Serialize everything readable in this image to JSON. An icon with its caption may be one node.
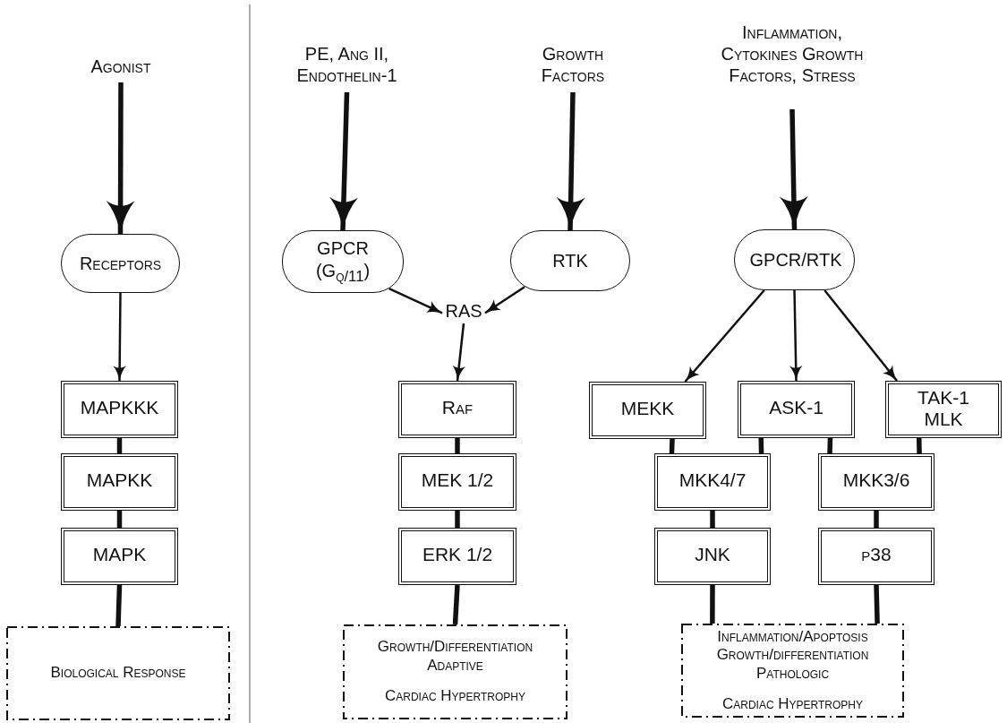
{
  "diagram": {
    "nodes": [
      {
        "text": [
          "Agonist"
        ]
      },
      {
        "text": [
          "Receptors"
        ]
      },
      {
        "text": [
          "MAPKKK"
        ]
      },
      {
        "text": [
          "MAPKK"
        ]
      },
      {
        "text": [
          "MAPK"
        ]
      },
      {
        "text": [
          "Biological Response"
        ]
      },
      {
        "text": [
          "PE, Ang II, Endothelin-1"
        ]
      },
      {
        "text": [
          "Growth Factors"
        ]
      },
      {
        "text": [
          "Inflammation, Cytokines Growth Factors, Stress"
        ]
      },
      {
        "text": [
          "GPCR (G$_{q/11}$)"
        ]
      },
      {
        "text": [
          "RTK"
        ]
      },
      {
        "text": [
          "GPCR/RTK"
        ]
      },
      {
        "text": [
          "RAS"
        ]
      },
      {
        "text": [
          "Raf"
        ]
      },
      {
        "text": [
          "MEK 1/2"
        ]
      },
      {
        "text": [
          "ERK 1/2"
        ]
      },
      {
        "text": [
          "Growth/Differentiation Adaptive",
          "Cardiac Hypertrophy"
        ]
      },
      {
        "text": [
          "MEKK"
        ]
      },
      {
        "text": [
          "ASK-1"
        ]
      },
      {
        "text": [
          "TAK-1 MLK"
        ]
      },
      {
        "text": [
          "MKK4/7"
        ]
      },
      {
        "text": [
          "MKK3/6"
        ]
      },
      {
        "text": [
          "JNK"
        ]
      },
      {
        "text": [
          "p38"
        ]
      },
      {
        "text": [
          "Inflammation/Apoptosis Growth/differentiation Pathologic",
          "Cardiac Hypertrophy"
        ]
      }
    ],
    "edges": [
      {
        "from": 0,
        "to": 1,
        "arrow": "to"
      },
      {
        "from": 1,
        "to": 2,
        "arrow": "to"
      },
      {
        "from": 2,
        "to": 3,
        "arrow": "none"
      },
      {
        "from": 3,
        "to": 4,
        "arrow": "none"
      },
      {
        "from": 4,
        "to": 5,
        "arrow": "none"
      },
      {
        "from": 6,
        "to": 9,
        "arrow": "to"
      },
      {
        "from": 7,
        "to": 10,
        "arrow": "to"
      },
      {
        "from": 8,
        "to": 11,
        "arrow": "to"
      },
      {
        "from": 9,
        "to": 12,
        "arrow": "to"
      },
      {
        "from": 10,
        "to": 12,
        "arrow": "to"
      },
      {
        "from": 12,
        "to": 13,
        "arrow": "to"
      },
      {
        "from": 13,
        "to": 14,
        "arrow": "none"
      },
      {
        "from": 14,
        "to": 15,
        "arrow": "none"
      },
      {
        "from": 15,
        "to": 16,
        "arrow": "none"
      },
      {
        "from": 11,
        "to": 17,
        "arrow": "to"
      },
      {
        "from": 11,
        "to": 18,
        "arrow": "to"
      },
      {
        "from": 11,
        "to": 19,
        "arrow": "to"
      },
      {
        "from": 17,
        "to": 20,
        "arrow": "none"
      },
      {
        "from": 18,
        "to": 20,
        "arrow": "none"
      },
      {
        "from": 18,
        "to": 21,
        "arrow": "none"
      },
      {
        "from": 19,
        "to": 21,
        "arrow": "none"
      },
      {
        "from": 20,
        "to": 22,
        "arrow": "none"
      },
      {
        "from": 21,
        "to": 23,
        "arrow": "none"
      },
      {
        "from": 22,
        "to": 24,
        "arrow": "none"
      },
      {
        "from": 23,
        "to": 24,
        "arrow": "none"
      }
    ]
  }
}
